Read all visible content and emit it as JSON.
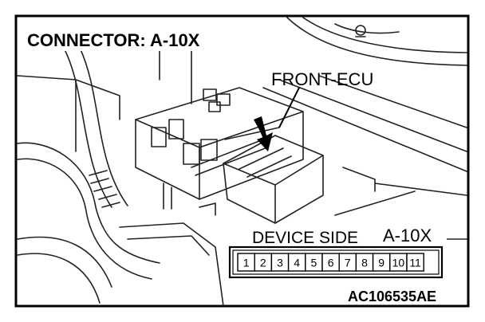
{
  "labels": {
    "connector": "CONNECTOR: A-10X",
    "component": "FRONT-ECU",
    "device_side": "DEVICE SIDE",
    "connector_id": "A-10X",
    "figure_code": "AC106535AE"
  },
  "pins": [
    "1",
    "2",
    "3",
    "4",
    "5",
    "6",
    "7",
    "8",
    "9",
    "10",
    "11"
  ],
  "colors": {
    "ink": "#000000",
    "paper": "#ffffff",
    "line": "#222222"
  }
}
